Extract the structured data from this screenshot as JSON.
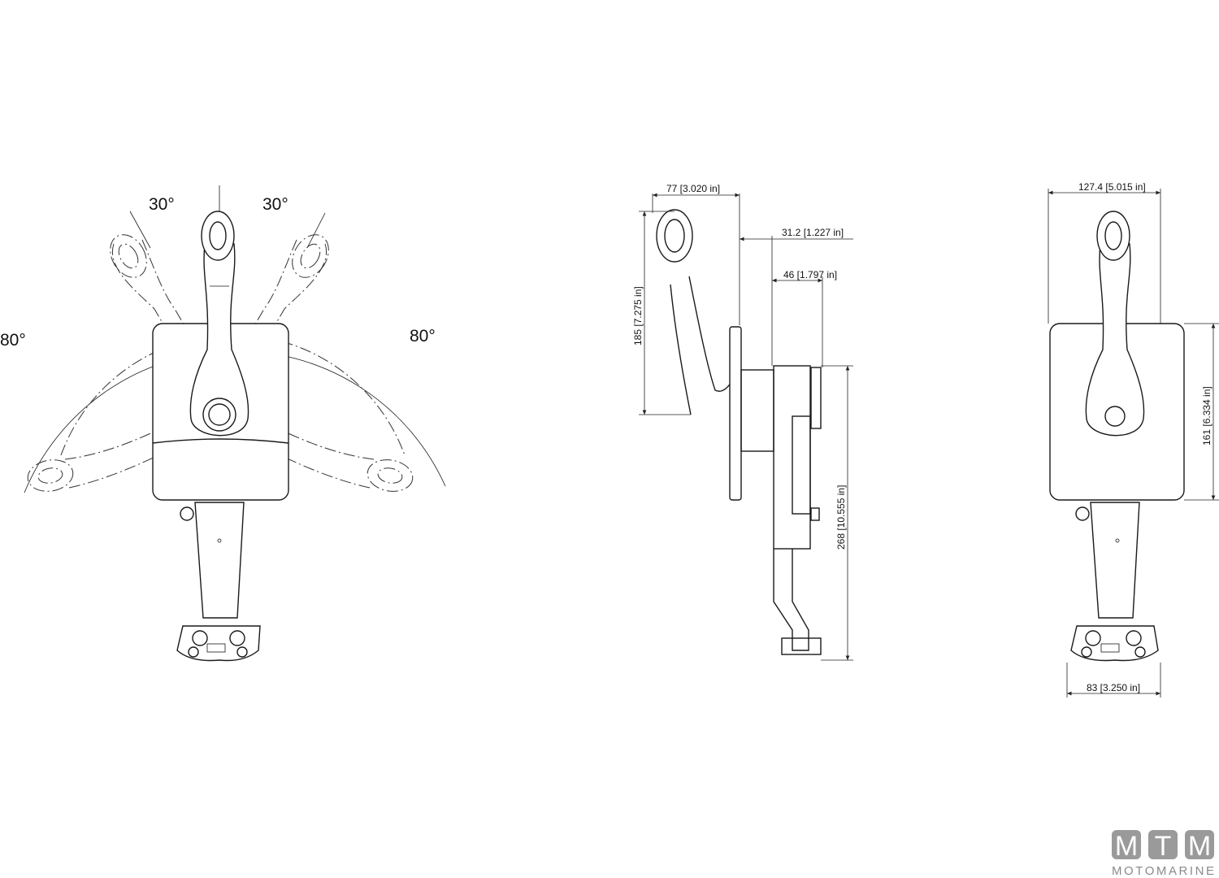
{
  "front_view": {
    "angle_labels": [
      "30°",
      "30°",
      "80°",
      "80°"
    ]
  },
  "side_view": {
    "dimensions": {
      "lever_reach": "77 [3.020 in]",
      "offset_1": "31.2 [1.227 in]",
      "offset_2": "46 [1.797 in]",
      "lever_height": "185 [7.275 in]",
      "body_height": "268 [10.555 in]"
    }
  },
  "rear_view": {
    "dimensions": {
      "width": "127.4 [5.015 in]",
      "housing_height": "161 [6.334 in]",
      "base_width": "83 [3.250 in]"
    }
  },
  "logo": {
    "letters": [
      "M",
      "T",
      "M"
    ],
    "text": "MOTOMARINE",
    "color": "#9a9a9a"
  }
}
